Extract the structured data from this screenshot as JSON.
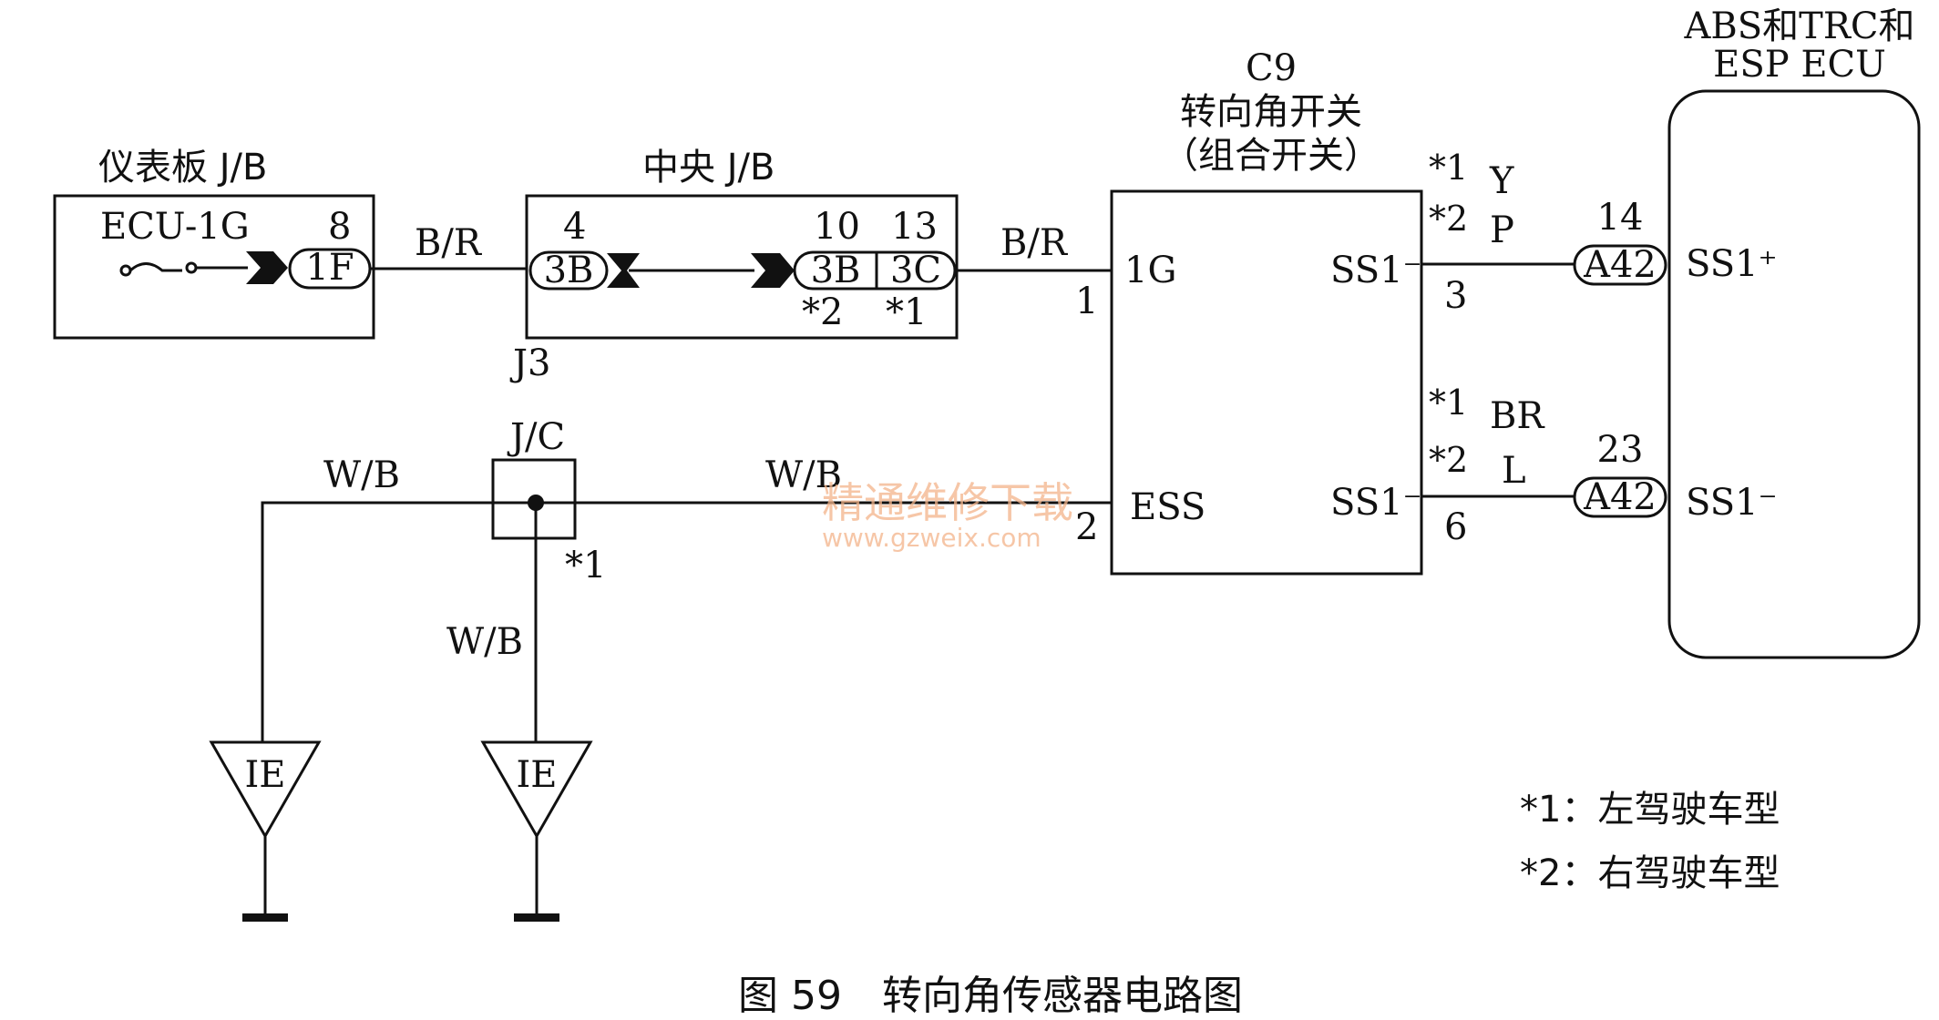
{
  "components": {
    "instrument_jb": {
      "title": "仪表板 J/B",
      "fuse_label": "ECU-1G",
      "pin": "8",
      "connector": "1F"
    },
    "center_jb": {
      "title": "中央 J/B",
      "left_pin": "4",
      "left_connector": "3B",
      "right_pin_a": "10",
      "right_connector_a": "3B",
      "right_note_a": "*2",
      "right_pin_b": "13",
      "right_connector_b": "3C",
      "right_note_b": "*1",
      "junction": "J3"
    },
    "steering_switch": {
      "code": "C9",
      "name": "转向角开关",
      "subname": "（组合开关）",
      "pin_1g_label": "1G",
      "pin_1g_num": "1",
      "pin_ess_label": "ESS",
      "pin_ess_num": "2",
      "out_top_label": "SS1⁻",
      "out_top_num": "3",
      "out_bottom_label": "SS1⁻",
      "out_bottom_num": "6"
    },
    "ecu": {
      "title_line1": "ABS和TRC和",
      "title_line2": "ESP ECU",
      "top_pin": "14",
      "top_connector": "A42",
      "top_label": "SS1⁺",
      "bottom_pin": "23",
      "bottom_connector": "A42",
      "bottom_label": "SS1⁻"
    },
    "jc": {
      "title": "J/C",
      "note": "*1"
    }
  },
  "wires": {
    "br_left": "B/R",
    "br_right": "B/R",
    "wb_left": "W/B",
    "wb_mid": "W/B",
    "wb_down": "W/B",
    "top_note1": "*1",
    "top_color1": "Y",
    "top_note2": "*2",
    "top_color2": "P",
    "bot_note1": "*1",
    "bot_color1": "BR",
    "bot_note2": "*2",
    "bot_color2": "L"
  },
  "grounds": {
    "left": "IE",
    "right": "IE"
  },
  "legend": {
    "line1": "*1：左驾驶车型",
    "line2": "*2：右驾驶车型"
  },
  "caption": "图 59　转向角传感器电路图",
  "watermark": {
    "line1": "精通维修下载",
    "line2": "www.gzweix.com"
  }
}
